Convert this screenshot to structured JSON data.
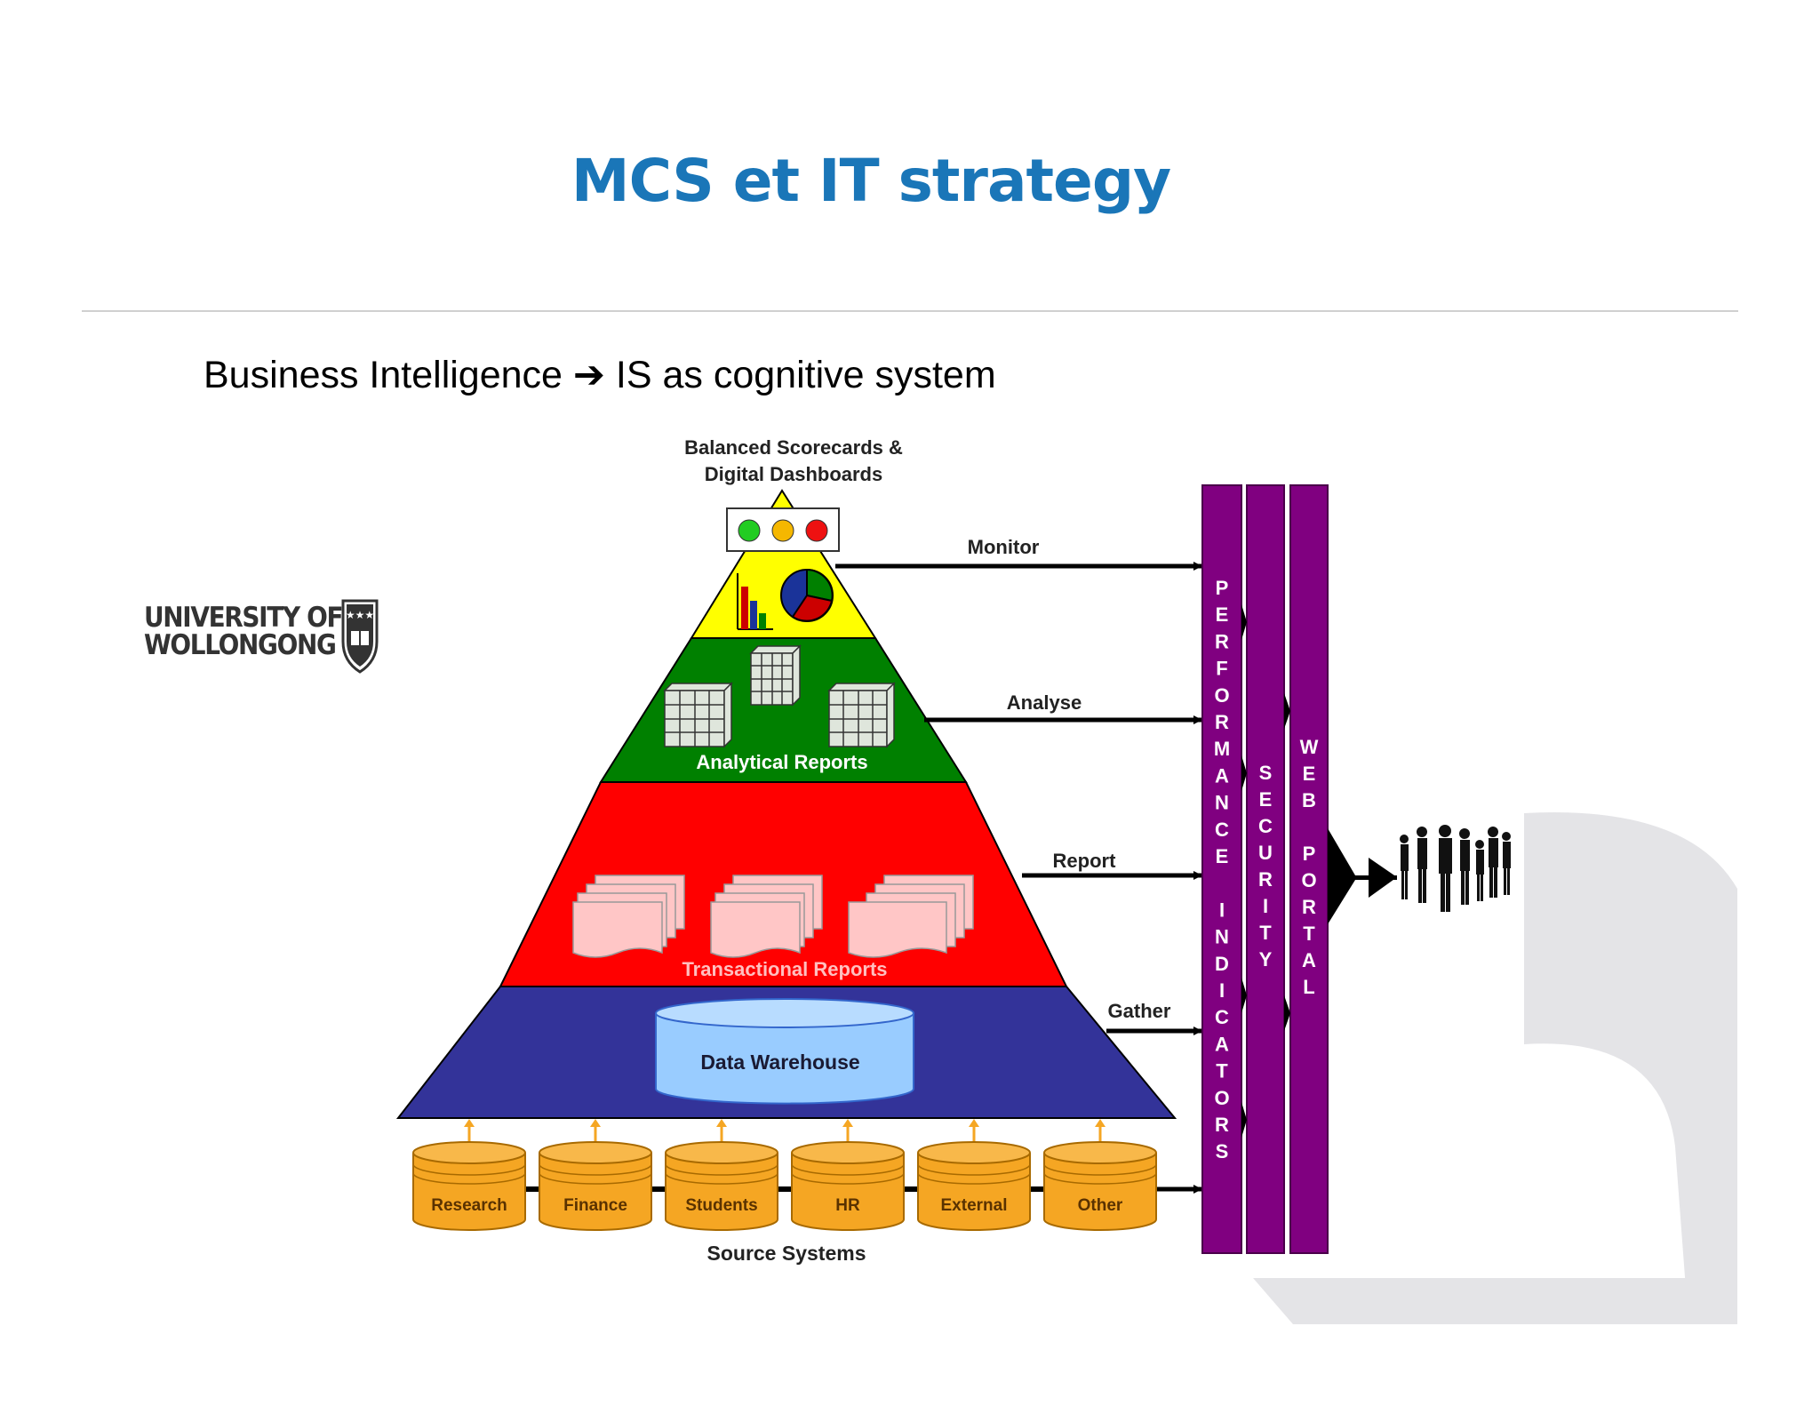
{
  "slide": {
    "title": "MCS et IT strategy",
    "subtitle": "Business Intelligence ➔ IS as cognitive system"
  },
  "logo": {
    "line1": "UNIVERSITY OF",
    "line2": "WOLLONGONG"
  },
  "diagram": {
    "top_label_line1": "Balanced Scorecards &",
    "top_label_line2": "Digital Dashboards",
    "analytical_label": "Analytical Reports",
    "transactional_label": "Transactional Reports",
    "warehouse_label": "Data Warehouse",
    "arrows": [
      "Monitor",
      "Analyse",
      "Report",
      "Gather"
    ],
    "sources": [
      "Research",
      "Finance",
      "Students",
      "HR",
      "External",
      "Other"
    ],
    "sources_label": "Source Systems",
    "bar_performance": [
      "P",
      "E",
      "R",
      "F",
      "O",
      "R",
      "M",
      "A",
      "N",
      "C",
      "E",
      "",
      "I",
      "N",
      "D",
      "I",
      "C",
      "A",
      "T",
      "O",
      "R",
      "S"
    ],
    "bar_security": [
      "S",
      "E",
      "C",
      "U",
      "R",
      "I",
      "T",
      "Y"
    ],
    "bar_portal": [
      "W",
      "E",
      "B",
      "",
      "P",
      "O",
      "R",
      "T",
      "A",
      "L"
    ],
    "colors": {
      "apex": "#ffff00",
      "analytical": "#008000",
      "transactional": "#ff0000",
      "warehouse_layer": "#333399",
      "warehouse": "#99ccff",
      "sources": "#f5a623",
      "bars": "#800080",
      "title": "#1a76b8"
    }
  }
}
